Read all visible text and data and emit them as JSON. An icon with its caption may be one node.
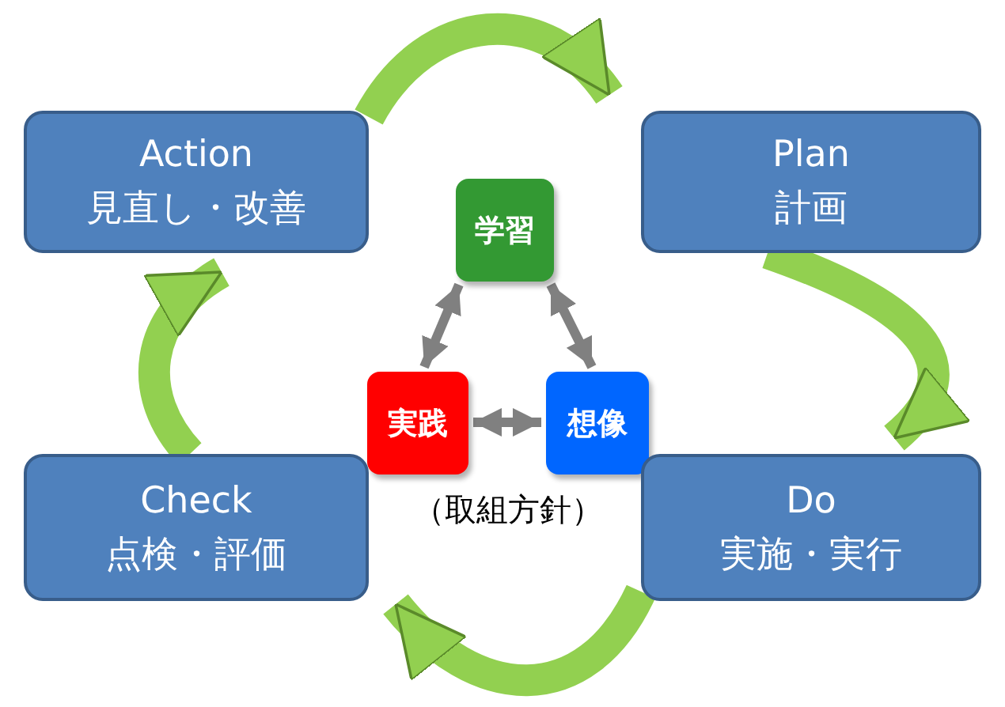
{
  "diagram": {
    "nodes": [
      {
        "text": [
          "Action",
          "見直し・改善"
        ]
      },
      {
        "text": [
          "Plan",
          "計画"
        ]
      },
      {
        "text": [
          "学習"
        ]
      },
      {
        "text": [
          "実践"
        ]
      },
      {
        "text": [
          "想像"
        ]
      },
      {
        "text": [
          "Check",
          "点検・評価"
        ]
      },
      {
        "text": [
          "Do",
          "実施・実行"
        ]
      }
    ],
    "edges": [
      {
        "from": 0,
        "to": 1,
        "arrow": "to"
      },
      {
        "from": 1,
        "to": 6,
        "arrow": "to"
      },
      {
        "from": 6,
        "to": 5,
        "arrow": "to"
      },
      {
        "from": 5,
        "to": 0,
        "arrow": "to"
      },
      {
        "from": 2,
        "to": 3,
        "arrow": "both",
        "color": "#808080"
      },
      {
        "from": 2,
        "to": 4,
        "arrow": "both",
        "color": "#808080"
      },
      {
        "from": 3,
        "to": 4,
        "arrow": "both",
        "color": "#808080"
      }
    ],
    "labels": [
      "（取組方針）"
    ]
  }
}
